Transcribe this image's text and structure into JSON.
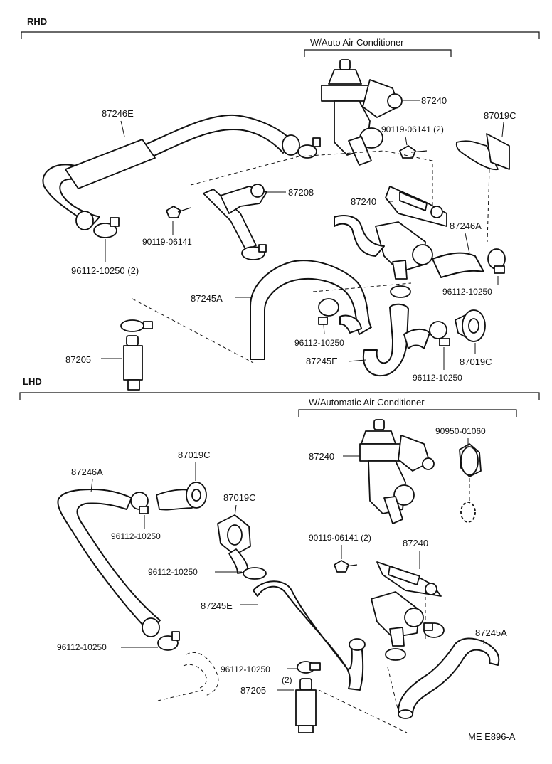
{
  "sections": {
    "rhd": {
      "title": "RHD",
      "group_title": "W/Auto Air Conditioner",
      "labels": {
        "p87246E": "87246E",
        "p87240_top": "87240",
        "p90119_06141_2": "90119-06141 (2)",
        "p87019C_right": "87019C",
        "p87208": "87208",
        "p87240_mid": "87240",
        "p90119_06141": "90119-06141",
        "p87246A": "87246A",
        "p96112_10250_2": "96112-10250 (2)",
        "p96112_10250_right": "96112-10250",
        "p87245A": "87245A",
        "p96112_10250_center": "96112-10250",
        "p87205": "87205",
        "p87245E": "87245E",
        "p96112_10250_bottom": "96112-10250",
        "p87019C_bottom": "87019C"
      }
    },
    "lhd": {
      "title": "LHD",
      "group_title": "W/Automatic Air Conditioner",
      "labels": {
        "p87246A": "87246A",
        "p87019C_a": "87019C",
        "p96112_10250_a": "96112-10250",
        "p87019C_b": "87019C",
        "p96112_10250_b": "96112-10250",
        "p87245E": "87245E",
        "p96112_10250_c": "96112-10250",
        "p96112_10250_d": "96112-10250",
        "qty_2": "(2)",
        "p87205": "87205",
        "p87240_top": "87240",
        "p90950_01060": "90950-01060",
        "p90119_06141_2": "90119-06141 (2)",
        "p87240_bottom": "87240",
        "p87245A": "87245A"
      }
    }
  },
  "figure_code": "ME E896-A"
}
